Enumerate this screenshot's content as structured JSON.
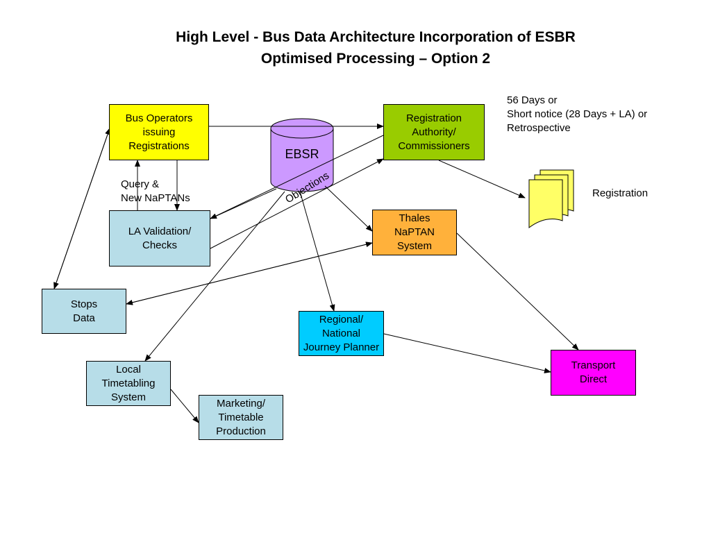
{
  "title": {
    "line1": "High Level - Bus Data Architecture Incorporation of ESBR",
    "line2": "Optimised Processing – Option 2"
  },
  "nodes": {
    "bus_operators": "Bus Operators\nissuing\nRegistrations",
    "ebsr": "EBSR",
    "registration_authority": "Registration\nAuthority/\nCommissioners",
    "la_validation": "LA Validation/\nChecks",
    "thales": "Thales\nNaPTAN\nSystem",
    "stops_data": "Stops\nData",
    "journey_planner": "Regional/\nNational\nJourney Planner",
    "local_timetabling": "Local\nTimetabling\nSystem",
    "marketing": "Marketing/\nTimetable\nProduction",
    "transport_direct": "Transport\nDirect"
  },
  "labels": {
    "days_note": "56 Days or\nShort notice (28 Days + LA) or\nRetrospective",
    "registration": "Registration",
    "query": "Query &\nNew NaPTANs",
    "objections": "Objections"
  },
  "colors": {
    "bus_operators": "#ffff00",
    "ebsr": "#cc99ff",
    "registration_authority": "#99cc00",
    "light_blue": "#b7dde8",
    "thales": "#ffb13b",
    "journey_planner": "#00ccff",
    "transport_direct": "#ff00ff",
    "document": "#ffff66"
  }
}
